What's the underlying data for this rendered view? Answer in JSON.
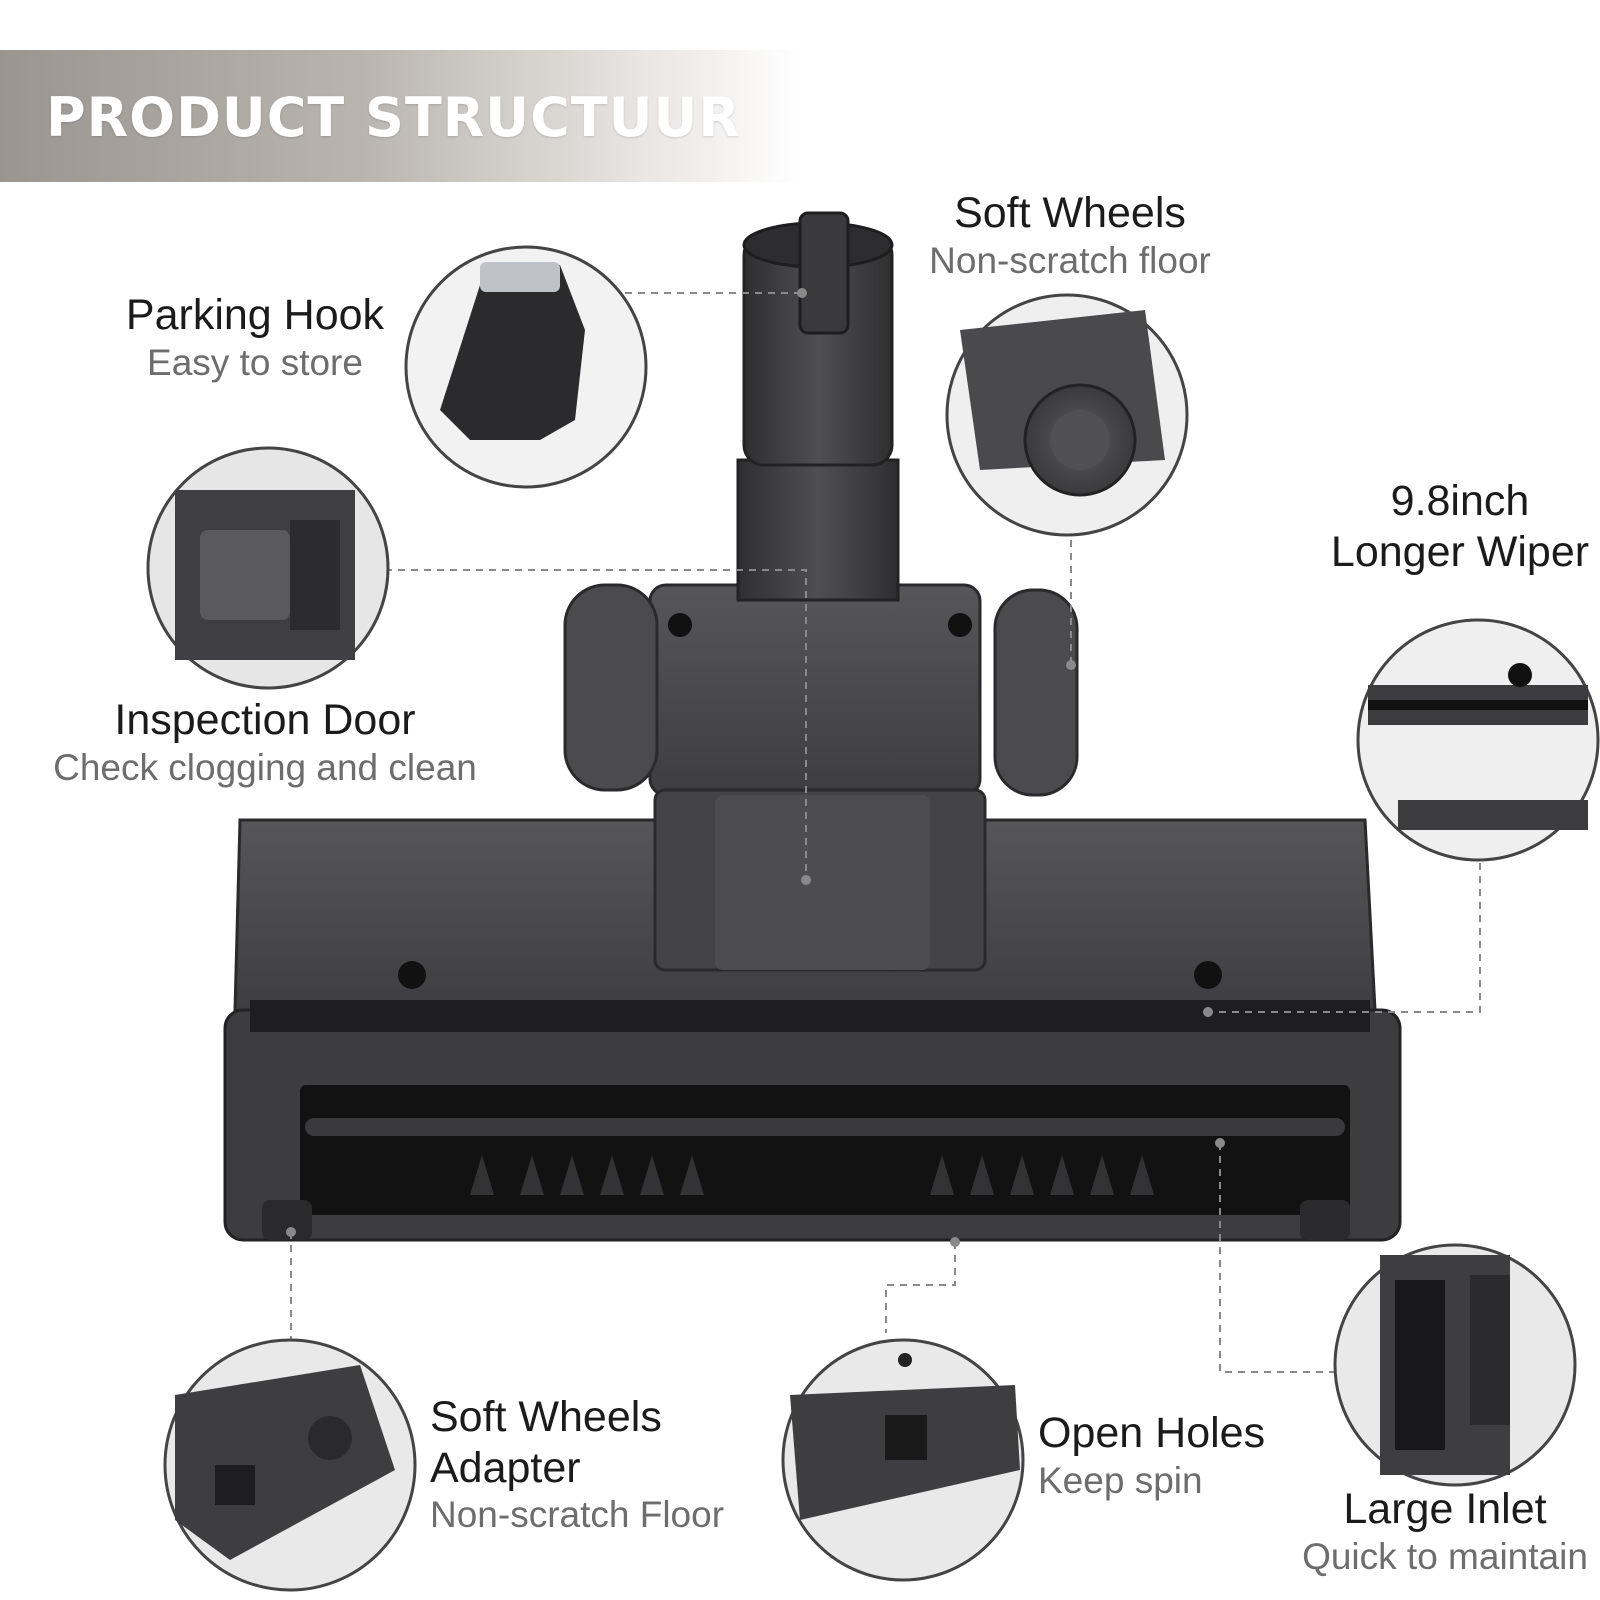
{
  "header": {
    "title": "PRODUCT STRUCTUUR"
  },
  "features": {
    "soft_wheels": {
      "title": "Soft Wheels",
      "subtitle": "Non-scratch floor",
      "icon": "wheel-closeup-icon"
    },
    "parking_hook": {
      "title": "Parking Hook",
      "subtitle": "Easy to store",
      "icon": "hook-closeup-icon"
    },
    "wiper": {
      "title_line1": "9.8inch",
      "title_line2": "Longer Wiper",
      "icon": "wiper-closeup-icon"
    },
    "inspection_door": {
      "title": "Inspection Door",
      "subtitle": "Check clogging and clean",
      "icon": "door-closeup-icon"
    },
    "wheels_adapter": {
      "title_line1": "Soft Wheels",
      "title_line2": "Adapter",
      "subtitle": "Non-scratch Floor",
      "icon": "adapter-closeup-icon"
    },
    "open_holes": {
      "title": "Open Holes",
      "subtitle": "Keep spin",
      "icon": "holes-closeup-icon"
    },
    "large_inlet": {
      "title": "Large Inlet",
      "subtitle": "Quick to maintain",
      "icon": "inlet-closeup-icon"
    }
  },
  "colors": {
    "body": "#4a4a4d",
    "body_dark": "#2c2c2e",
    "text_primary": "#1b1b1b",
    "text_secondary": "#6d6d6d",
    "leader_line": "#8a8a8a"
  }
}
